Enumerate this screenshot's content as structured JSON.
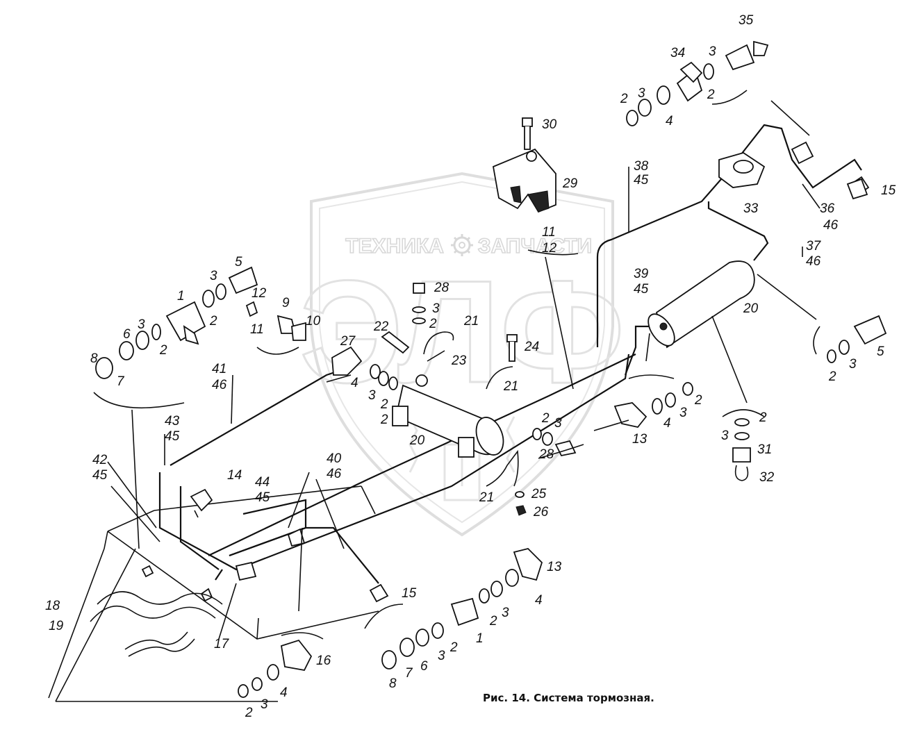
{
  "watermark": {
    "left_word": "ТЕХНИКА",
    "right_word": "ЗАПЧАСТИ",
    "emblem_letters": "ЭЛФ",
    "gear_icon": "gear-icon"
  },
  "caption": "Рис. 14. Система тормозная.",
  "callouts": [
    {
      "id": "c35",
      "text": "35"
    },
    {
      "id": "c34",
      "text": "34"
    },
    {
      "id": "c3a",
      "text": "3"
    },
    {
      "id": "c2a",
      "text": "2"
    },
    {
      "id": "c3b",
      "text": "3"
    },
    {
      "id": "c2b",
      "text": "2"
    },
    {
      "id": "c4a",
      "text": "4"
    },
    {
      "id": "c30",
      "text": "30"
    },
    {
      "id": "c29",
      "text": "29"
    },
    {
      "id": "c38",
      "text": "38"
    },
    {
      "id": "c45a",
      "text": "45"
    },
    {
      "id": "c33",
      "text": "33"
    },
    {
      "id": "c15a",
      "text": "15"
    },
    {
      "id": "c36",
      "text": "36"
    },
    {
      "id": "c46a",
      "text": "46"
    },
    {
      "id": "c37",
      "text": "37"
    },
    {
      "id": "c46b",
      "text": "46"
    },
    {
      "id": "c11a",
      "text": "11"
    },
    {
      "id": "c12a",
      "text": "12"
    },
    {
      "id": "c39",
      "text": "39"
    },
    {
      "id": "c45b",
      "text": "45"
    },
    {
      "id": "c20a",
      "text": "20"
    },
    {
      "id": "c5a",
      "text": "5"
    },
    {
      "id": "c3c",
      "text": "3"
    },
    {
      "id": "c2c",
      "text": "2"
    },
    {
      "id": "c1a",
      "text": "1"
    },
    {
      "id": "c2d",
      "text": "2"
    },
    {
      "id": "c12b",
      "text": "12"
    },
    {
      "id": "c11b",
      "text": "11"
    },
    {
      "id": "c9",
      "text": "9"
    },
    {
      "id": "c10",
      "text": "10"
    },
    {
      "id": "c28a",
      "text": "28"
    },
    {
      "id": "c3d",
      "text": "3"
    },
    {
      "id": "c2e",
      "text": "2"
    },
    {
      "id": "c21a",
      "text": "21"
    },
    {
      "id": "c22",
      "text": "22"
    },
    {
      "id": "c23",
      "text": "23"
    },
    {
      "id": "c24",
      "text": "24"
    },
    {
      "id": "c21b",
      "text": "21"
    },
    {
      "id": "c8a",
      "text": "8"
    },
    {
      "id": "c6a",
      "text": "6"
    },
    {
      "id": "c3e",
      "text": "3"
    },
    {
      "id": "c7a",
      "text": "7"
    },
    {
      "id": "c2f",
      "text": "2"
    },
    {
      "id": "c27",
      "text": "27"
    },
    {
      "id": "c4b",
      "text": "4"
    },
    {
      "id": "c3f",
      "text": "3"
    },
    {
      "id": "c2g",
      "text": "2"
    },
    {
      "id": "c41",
      "text": "41"
    },
    {
      "id": "c46c",
      "text": "46"
    },
    {
      "id": "c43",
      "text": "43"
    },
    {
      "id": "c45c",
      "text": "45"
    },
    {
      "id": "c20b",
      "text": "20"
    },
    {
      "id": "c2h",
      "text": "2"
    },
    {
      "id": "c3g",
      "text": "3"
    },
    {
      "id": "c28b",
      "text": "28"
    },
    {
      "id": "c13a",
      "text": "13"
    },
    {
      "id": "c4c",
      "text": "4"
    },
    {
      "id": "c3h",
      "text": "3"
    },
    {
      "id": "c2i",
      "text": "2"
    },
    {
      "id": "c2j",
      "text": "2"
    },
    {
      "id": "c3i",
      "text": "3"
    },
    {
      "id": "c31",
      "text": "31"
    },
    {
      "id": "c32",
      "text": "32"
    },
    {
      "id": "c5b",
      "text": "5"
    },
    {
      "id": "c3j",
      "text": "3"
    },
    {
      "id": "c2k",
      "text": "2"
    },
    {
      "id": "c42",
      "text": "42"
    },
    {
      "id": "c45d",
      "text": "45"
    },
    {
      "id": "c14",
      "text": "14"
    },
    {
      "id": "c44",
      "text": "44"
    },
    {
      "id": "c45e",
      "text": "45"
    },
    {
      "id": "c40",
      "text": "40"
    },
    {
      "id": "c46d",
      "text": "46"
    },
    {
      "id": "c21c",
      "text": "21"
    },
    {
      "id": "c25",
      "text": "25"
    },
    {
      "id": "c26",
      "text": "26"
    },
    {
      "id": "c13b",
      "text": "13"
    },
    {
      "id": "c4d",
      "text": "4"
    },
    {
      "id": "c3k",
      "text": "3"
    },
    {
      "id": "c2l",
      "text": "2"
    },
    {
      "id": "c1b",
      "text": "1"
    },
    {
      "id": "c15b",
      "text": "15"
    },
    {
      "id": "c18",
      "text": "18"
    },
    {
      "id": "c19",
      "text": "19"
    },
    {
      "id": "c17",
      "text": "17"
    },
    {
      "id": "c16",
      "text": "16"
    },
    {
      "id": "c4e",
      "text": "4"
    },
    {
      "id": "c3l",
      "text": "3"
    },
    {
      "id": "c2m",
      "text": "2"
    },
    {
      "id": "c8b",
      "text": "8"
    },
    {
      "id": "c7b",
      "text": "7"
    },
    {
      "id": "c6b",
      "text": "6"
    },
    {
      "id": "c3m",
      "text": "3"
    },
    {
      "id": "c2n",
      "text": "2"
    }
  ]
}
